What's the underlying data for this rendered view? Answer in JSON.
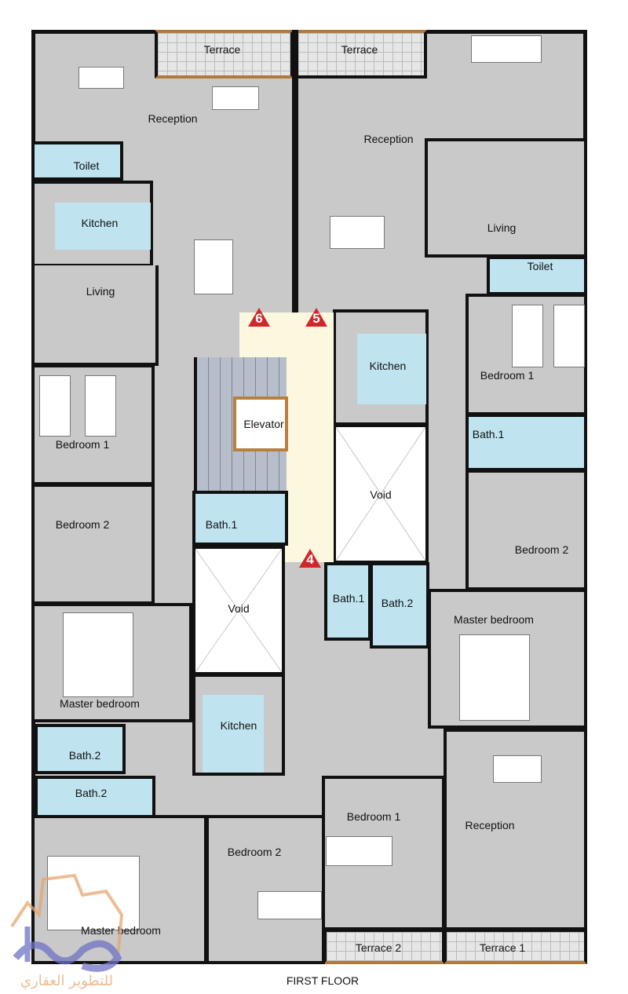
{
  "title": "FIRST FLOOR",
  "colors": {
    "wall": "#111111",
    "floor": "#c9c9c9",
    "wet_room": "#bfe4f0",
    "corridor": "#fbf8df",
    "stairs": "#b7becb",
    "elevator_frame": "#b97f3d",
    "unit_marker": "#d0272a"
  },
  "rooms": {
    "terrace_left": "Terrace",
    "terrace_right": "Terrace",
    "reception_6": "Reception",
    "toilet_6": "Toilet",
    "kitchen_6": "Kitchen",
    "living_6": "Living",
    "bedroom1_6": "Bedroom 1",
    "bedroom2_6": "Bedroom 2",
    "master_6": "Master bedroom",
    "bath2_6": "Bath.2",
    "reception_5": "Reception",
    "living_5": "Living",
    "toilet_5": "Toilet",
    "kitchen_5": "Kitchen",
    "bedroom1_5": "Bedroom 1",
    "bath1_5": "Bath.1",
    "bedroom2_5": "Bedroom 2",
    "master_5": "Master bedroom",
    "elevator": "Elevator",
    "void_center": "Void",
    "void_left": "Void",
    "bath1_core": "Bath.1",
    "kitchen_4": "Kitchen",
    "bath1_4": "Bath.1",
    "bath2_4": "Bath.2",
    "bath2_4b": "Bath.2",
    "master_4": "Master bedroom",
    "bedroom2_4": "Bedroom 2",
    "bedroom1_4": "Bedroom 1",
    "reception_4": "Reception",
    "terrace2": "Terrace 2",
    "terrace1": "Terrace 1"
  },
  "unit_markers": [
    "6",
    "5",
    "4"
  ],
  "logo": {
    "text_arabic": "معمار للتطوير العقاري"
  }
}
